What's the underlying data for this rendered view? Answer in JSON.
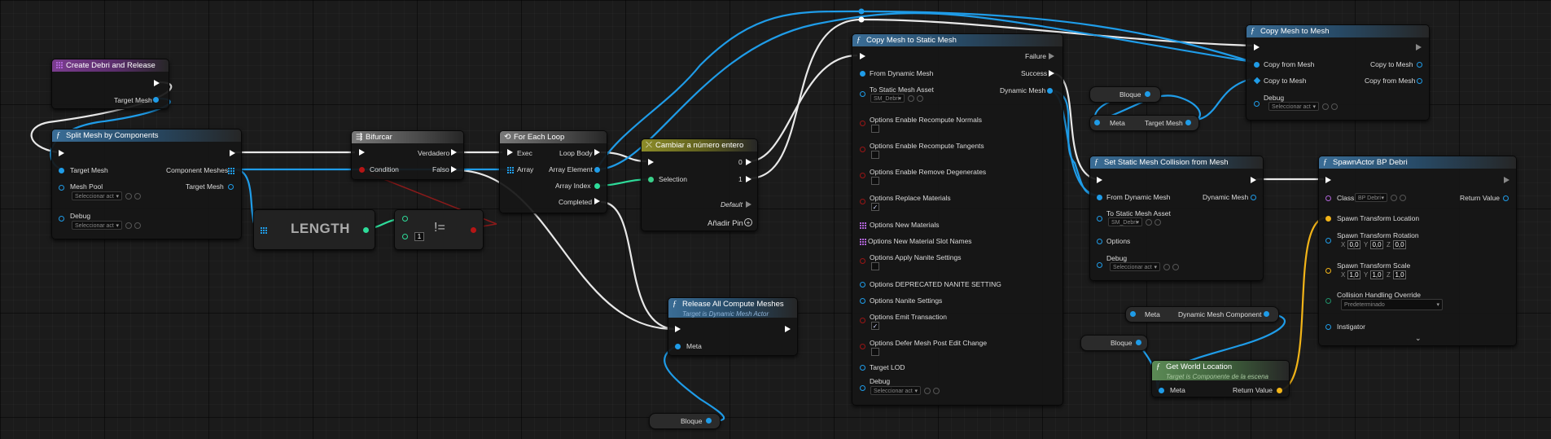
{
  "nodes": {
    "create_debri": {
      "title": "Create Debri and Release",
      "target_mesh": "Target Mesh"
    },
    "split_mesh": {
      "title": "Split Mesh by Components",
      "target_mesh": "Target Mesh",
      "component_meshes": "Component Meshes",
      "target_mesh_out": "Target Mesh",
      "mesh_pool": "Mesh Pool",
      "mesh_pool_value": "Seleccionar act",
      "debug": "Debug",
      "debug_value": "Seleccionar act"
    },
    "bifurcar": {
      "title": "Bifurcar",
      "condition": "Condition",
      "verdadero": "Verdadero",
      "falso": "Falso"
    },
    "length": {
      "title": "LENGTH"
    },
    "not_equal": {
      "op": "!=",
      "value": "1"
    },
    "for_each": {
      "title": "For Each Loop",
      "exec": "Exec",
      "array": "Array",
      "loop_body": "Loop Body",
      "array_element": "Array Element",
      "array_index": "Array Index",
      "completed": "Completed"
    },
    "switch_int": {
      "title": "Cambiar a número entero",
      "selection": "Selection",
      "case0": "0",
      "case1": "1",
      "default": "Default",
      "add_pin": "Añadir Pin"
    },
    "release_all": {
      "title": "Release All Compute Meshes",
      "subtitle": "Target is Dynamic Mesh Actor",
      "meta": "Meta"
    },
    "copy_mesh_static": {
      "title": "Copy Mesh to Static Mesh",
      "failure": "Failure",
      "success": "Success",
      "dynamic_mesh": "Dynamic Mesh",
      "from_dynamic_mesh": "From Dynamic Mesh",
      "to_static_asset": "To Static Mesh Asset",
      "to_static_value": "SM_Debri",
      "opt1": "Options Enable Recompute Normals",
      "opt2": "Options Enable Recompute Tangents",
      "opt3": "Options Enable Remove Degenerates",
      "opt4": "Options Replace Materials",
      "opt5": "Options New Materials",
      "opt6": "Options New Material Slot Names",
      "opt7": "Options Apply Nanite Settings",
      "opt8": "Options DEPRECATED NANITE SETTING",
      "opt9": "Options Nanite Settings",
      "opt10": "Options Emit Transaction",
      "opt11": "Options Defer Mesh Post Edit Change",
      "target_lod": "Target LOD",
      "debug": "Debug",
      "debug_value": "Seleccionar act"
    },
    "copy_mesh_to_mesh": {
      "title": "Copy Mesh to Mesh",
      "copy_from": "Copy from Mesh",
      "copy_to": "Copy to Mesh",
      "copy_to_out": "Copy to Mesh",
      "copy_from_out": "Copy from Mesh",
      "debug": "Debug",
      "debug_value": "Seleccionar act"
    },
    "bloque1": {
      "label": "Bloque"
    },
    "meta_target": {
      "meta": "Meta",
      "target_mesh": "Target Mesh"
    },
    "set_collision": {
      "title": "Set Static Mesh Collision from Mesh",
      "from_dynamic_mesh": "From Dynamic Mesh",
      "dynamic_mesh": "Dynamic Mesh",
      "to_static_asset": "To Static Mesh Asset",
      "to_static_value": "SM_Debri",
      "options": "Options",
      "debug": "Debug",
      "debug_value": "Seleccionar act"
    },
    "spawn_actor": {
      "title": "SpawnActor BP Debri",
      "class": "Class",
      "class_value": "BP Debri",
      "return_value": "Return Value",
      "spawn_loc": "Spawn Transform Location",
      "spawn_rot": "Spawn Transform Rotation",
      "rot_x": "0,0",
      "rot_y": "0,0",
      "rot_z": "0,0",
      "spawn_scale": "Spawn Transform Scale",
      "scale_x": "1,0",
      "scale_y": "1,0",
      "scale_z": "1,0",
      "collision": "Collision Handling Override",
      "collision_value": "Predeterminado",
      "instigator": "Instigator",
      "axis_x": "X",
      "axis_y": "Y",
      "axis_z": "Z"
    },
    "meta_dyn": {
      "meta": "Meta",
      "dynamic_mesh_component": "Dynamic Mesh Component"
    },
    "bloque2": {
      "label": "Bloque"
    },
    "get_world_location": {
      "title": "Get World Location",
      "subtitle": "Target is Componente de la escena",
      "meta": "Meta",
      "return_value": "Return Value"
    },
    "bloque3": {
      "label": "Bloque"
    }
  },
  "colors": {
    "exec": "#ffffff",
    "object": "#1f9ce8",
    "bool": "#b51515",
    "int": "#2edc9a",
    "vector": "#f2b418"
  }
}
